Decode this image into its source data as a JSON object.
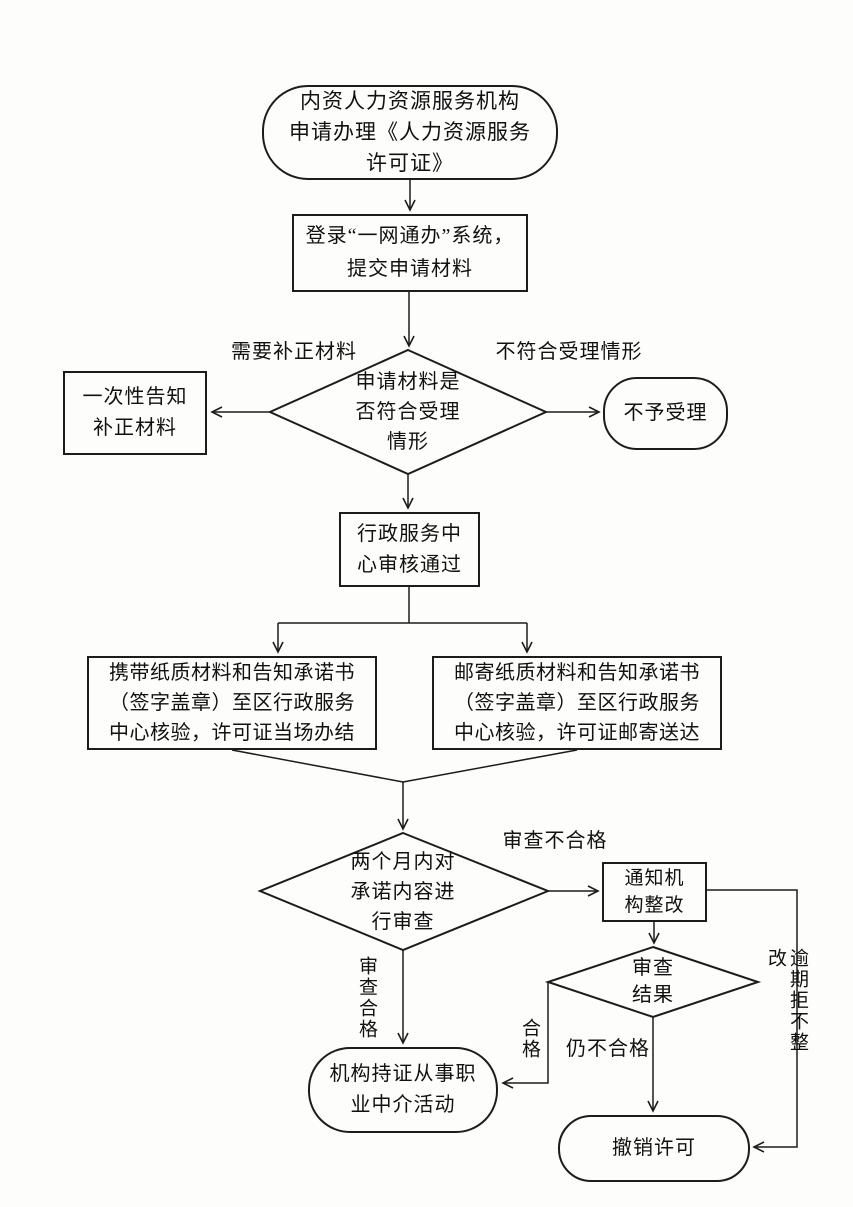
{
  "page": {
    "background": "#fdfdfc",
    "line_color": "#1c1c1c"
  },
  "flowchart": {
    "nodes": {
      "start": {
        "label": "内资人力资源服务机构\n申请办理《人力资源服务\n许可证》"
      },
      "login": {
        "label": "登录“一网通办”系统，\n提交申请材料"
      },
      "accept_check": {
        "label": "申请材料是\n否符合受理\n情形"
      },
      "one_time_notice": {
        "label": "一次性告知\n补正材料"
      },
      "reject": {
        "label": "不予受理"
      },
      "center_audit": {
        "label": "行政服务中\n心审核通过"
      },
      "carry_materials": {
        "label": "携带纸质材料和告知承诺书\n（签字盖章）至区行政服务\n中心核验，许可证当场办结"
      },
      "mail_materials": {
        "label": "邮寄纸质材料和告知承诺书\n（签字盖章）至区行政服务\n中心核验，许可证邮寄送达"
      },
      "promise_review": {
        "label": "两个月内对\n承诺内容进\n行审查"
      },
      "notify_rectify": {
        "label": "通知机\n构整改"
      },
      "review_result": {
        "label": "审查\n结果"
      },
      "licensed_activity": {
        "label": "机构持证从事职\n业中介活动"
      },
      "revoke_license": {
        "label": "撤销许可"
      }
    },
    "edge_labels": {
      "need_supplement": "需要补正材料",
      "not_acceptable": "不符合受理情形",
      "review_fail": "审查不合格",
      "review_pass": "审查合格",
      "pass": "合格",
      "still_fail": "仍不合格",
      "overdue_refuse": "逾期拒不整改"
    }
  }
}
